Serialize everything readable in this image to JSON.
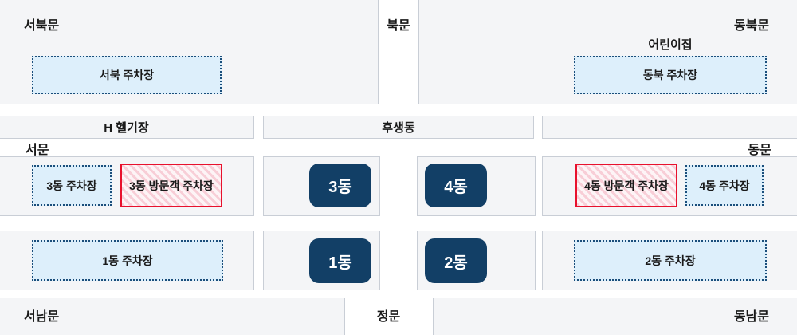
{
  "colors": {
    "panel_bg": "#f4f5f7",
    "panel_border": "#c9ced6",
    "parking_bg": "#ddeffb",
    "parking_border": "#1a4e7b",
    "visitor_bg": "#fdf4f6",
    "visitor_stripe": "#f8ced7",
    "visitor_border": "#e8112d",
    "building_bg": "#123f66",
    "building_text": "#ffffff",
    "label_text": "#1a1a1a"
  },
  "gates": {
    "northwest": "서북문",
    "north": "북문",
    "northeast": "동북문",
    "west": "서문",
    "east": "동문",
    "southwest": "서남문",
    "main": "정문",
    "southeast": "동남문"
  },
  "areas": {
    "daycare": "어린이집",
    "helipad": "H 헬기장",
    "welfare_building": "후생동"
  },
  "parking_lots": {
    "northwest": "서북 주차장",
    "northeast": "동북 주차장",
    "bldg3": "3동 주차장",
    "bldg3_visitor": "3동 방문객 주차장",
    "bldg4_visitor": "4동 방문객 주차장",
    "bldg4": "4동 주차장",
    "bldg1": "1동 주차장",
    "bldg2": "2동 주차장"
  },
  "buildings": {
    "b3": "3동",
    "b4": "4동",
    "b1": "1동",
    "b2": "2동"
  }
}
